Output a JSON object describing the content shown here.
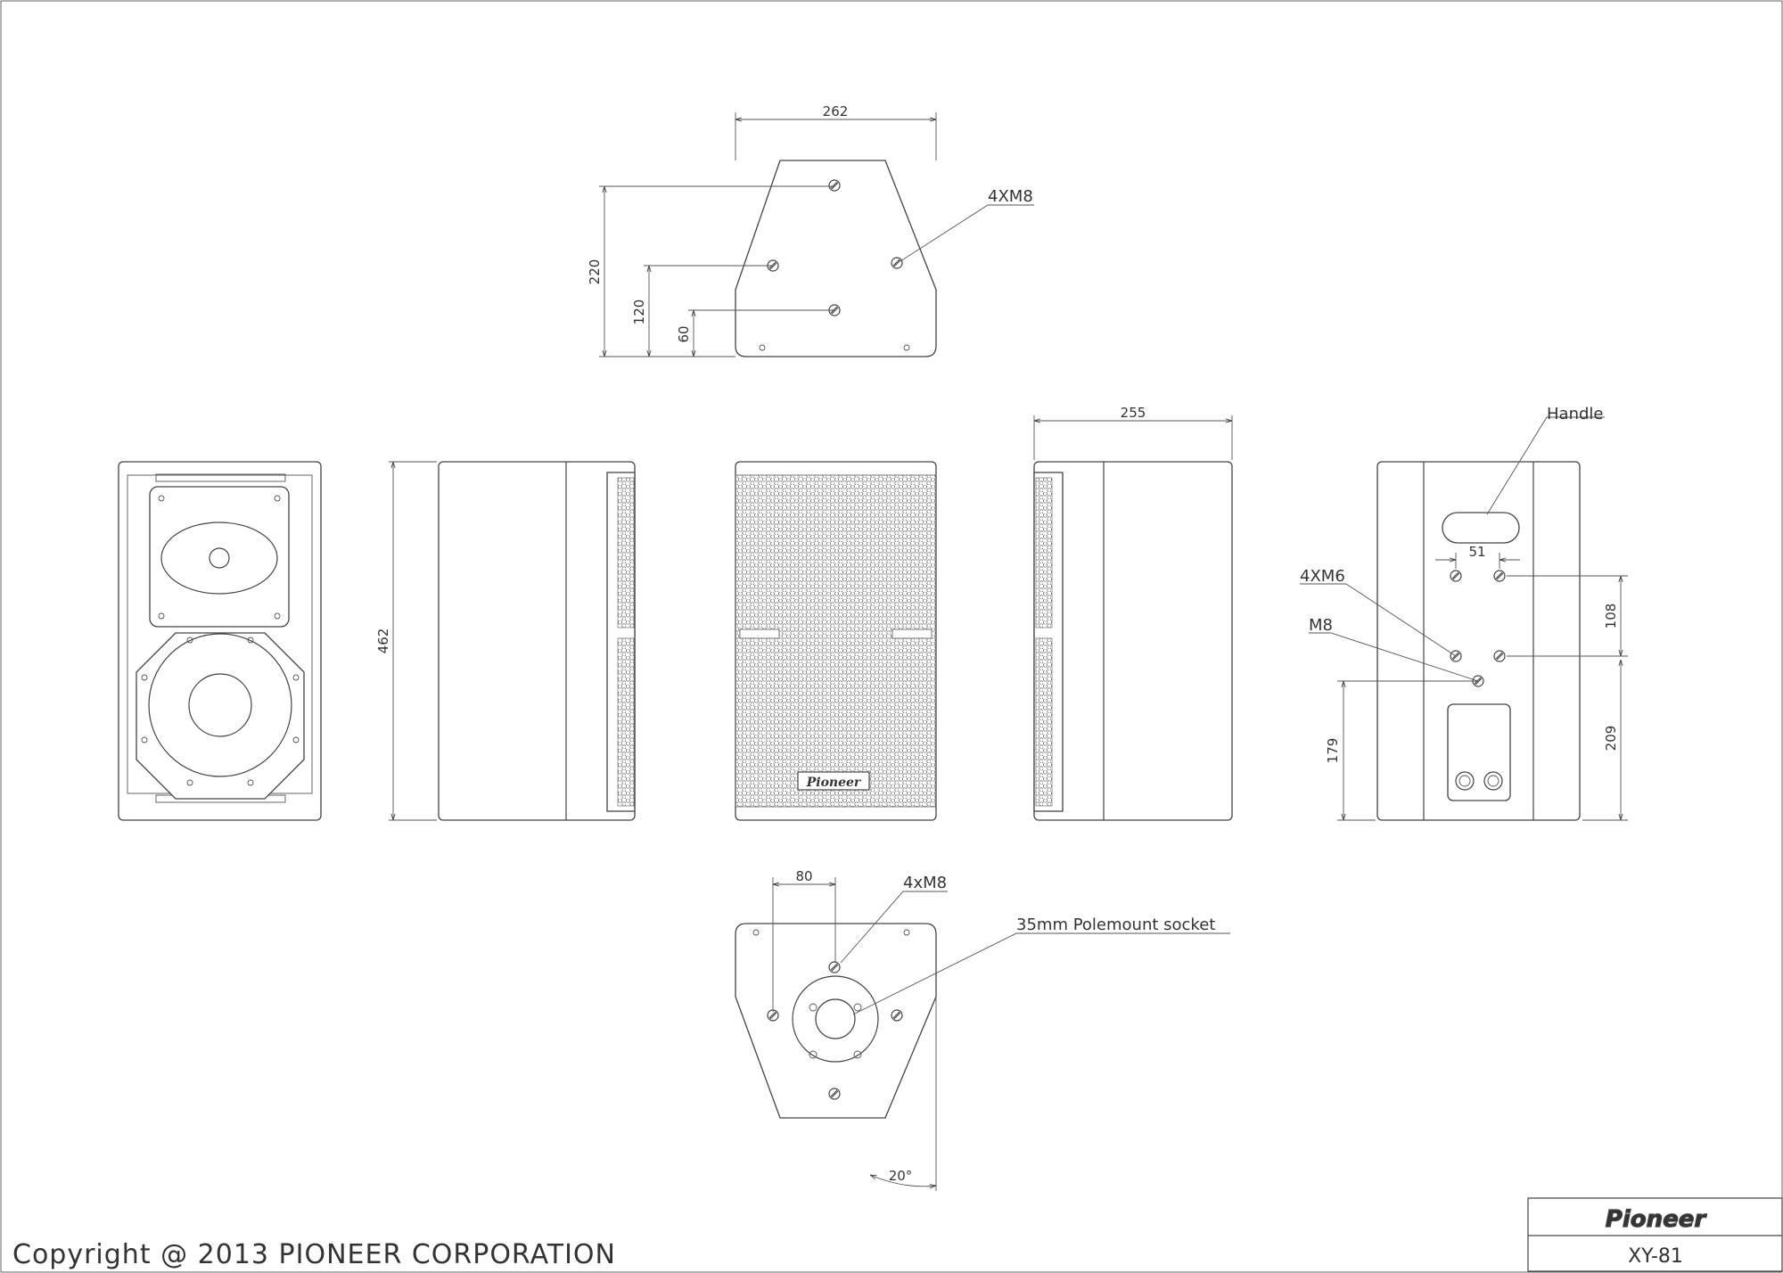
{
  "drawing": {
    "top_view": {
      "width": "262",
      "height_220": "220",
      "height_120": "120",
      "height_60": "60",
      "screw_label": "4XM8"
    },
    "front_views": {
      "height": "462",
      "depth": "255",
      "grille_brand": "Pioneer"
    },
    "rear_view": {
      "handle_label": "Handle",
      "spacing_51": "51",
      "screws_label": "4XM6",
      "m8_label": "M8",
      "dim_108": "108",
      "dim_209": "209",
      "dim_179": "179"
    },
    "bottom_view": {
      "spacing_80": "80",
      "screw_label": "4xM8",
      "socket_label": "35mm Polemount socket",
      "angle": "20°"
    }
  },
  "footer": {
    "copyright": "Copyright @ 2013 PIONEER CORPORATION"
  },
  "title_block": {
    "brand": "Pioneer",
    "model": "XY-81"
  }
}
